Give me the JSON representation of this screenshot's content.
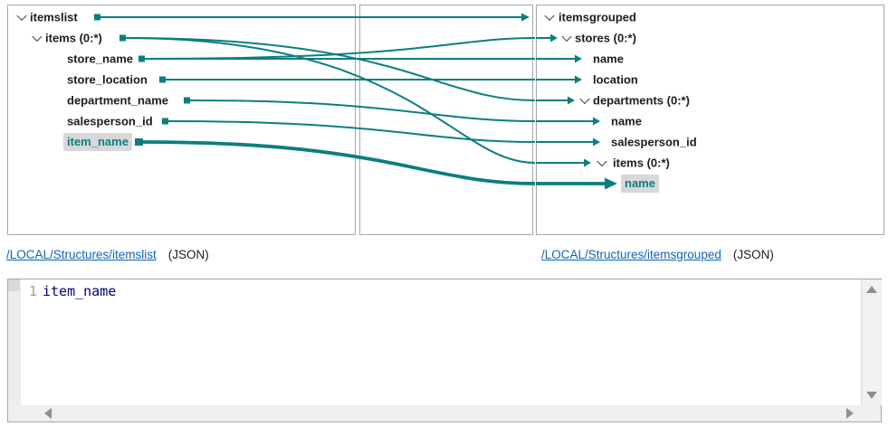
{
  "colors": {
    "teal_line": "#0B7E80",
    "link_blue": "#0C63B8",
    "highlight_bg": "#D8D8D8",
    "code_text_navy": "#000080",
    "panel_border_gray": "#A6A6AE"
  },
  "source_tree": {
    "rows": [
      {
        "label": "itemslist",
        "expandable": true
      },
      {
        "label": "items (0:*)",
        "expandable": true
      },
      {
        "label": "store_name"
      },
      {
        "label": "store_location"
      },
      {
        "label": "department_name"
      },
      {
        "label": "salesperson_id"
      },
      {
        "label": "item_name",
        "highlighted": true
      }
    ]
  },
  "target_tree": {
    "rows": [
      {
        "label": "itemsgrouped",
        "expandable": true
      },
      {
        "label": "stores (0:*)",
        "expandable": true,
        "mapped": true
      },
      {
        "label": "name",
        "mapped": true
      },
      {
        "label": "location",
        "mapped": true
      },
      {
        "label": "departments (0:*)",
        "expandable": true,
        "mapped": true
      },
      {
        "label": "name",
        "mapped": true
      },
      {
        "label": "salesperson_id",
        "mapped": true
      },
      {
        "label": "items (0:*)",
        "expandable": true,
        "mapped": true
      },
      {
        "label": "name",
        "mapped": true,
        "highlighted": true
      }
    ]
  },
  "connections": [
    {
      "from": "itemslist",
      "to": "itemsgrouped"
    },
    {
      "from": "items (0:*)",
      "to": "departments (0:*)"
    },
    {
      "from": "items (0:*)",
      "to": "items (0:*)"
    },
    {
      "from": "store_name",
      "to": "stores (0:*)"
    },
    {
      "from": "store_name",
      "to": "name"
    },
    {
      "from": "store_location",
      "to": "location"
    },
    {
      "from": "department_name",
      "to": "name"
    },
    {
      "from": "salesperson_id",
      "to": "salesperson_id"
    },
    {
      "from": "item_name",
      "to": "name",
      "selected": true
    }
  ],
  "footer": {
    "source_link": "/LOCAL/Structures/itemslist",
    "source_format": "(JSON)",
    "target_link": "/LOCAL/Structures/itemsgrouped",
    "target_format": "(JSON)"
  },
  "editor": {
    "line_number": "1",
    "code": "item_name"
  }
}
